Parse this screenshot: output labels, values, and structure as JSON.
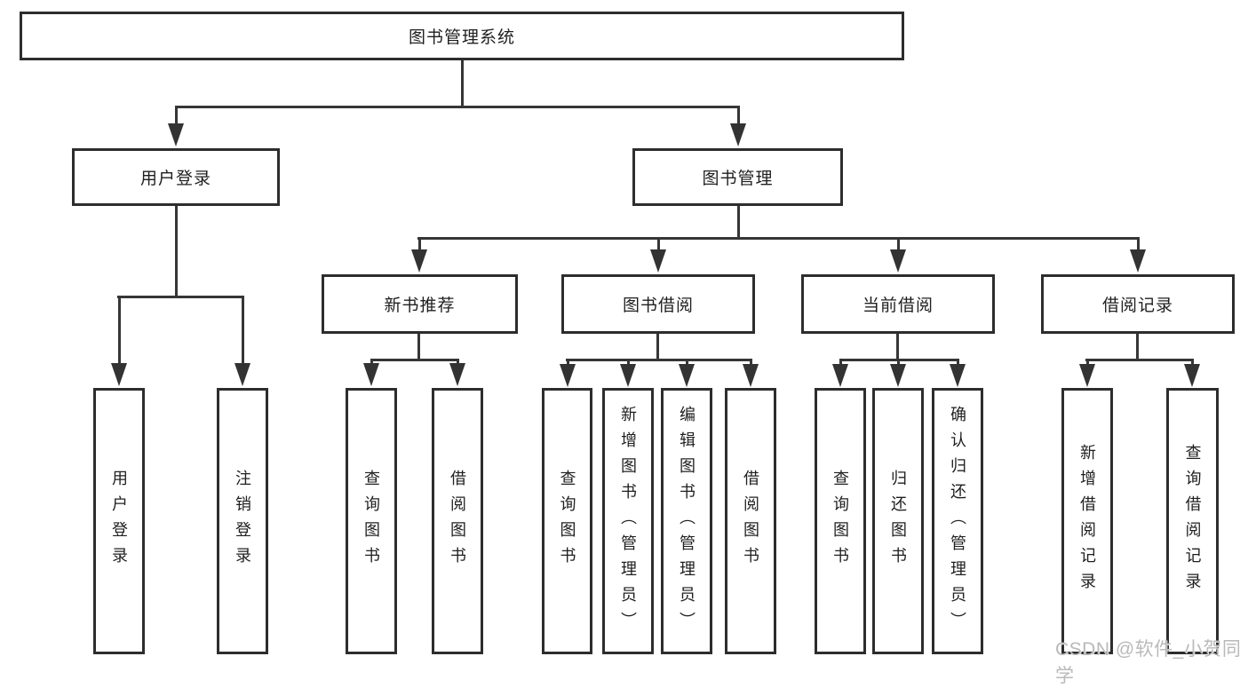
{
  "tree": {
    "root": {
      "label": "图书管理系统"
    },
    "user": {
      "label": "用户登录",
      "children": {
        "login": {
          "label": "用户登录"
        },
        "logout": {
          "label": "注销登录"
        }
      }
    },
    "book": {
      "label": "图书管理",
      "children": {
        "new_books": {
          "label": "新书推荐",
          "children": {
            "query": {
              "label": "查询图书"
            },
            "borrow": {
              "label": "借阅图书"
            }
          }
        },
        "borrowing": {
          "label": "图书借阅",
          "children": {
            "query": {
              "label": "查询图书"
            },
            "add": {
              "label": "新增图书（管理员）"
            },
            "edit": {
              "label": "编辑图书（管理员）"
            },
            "borrow": {
              "label": "借阅图书"
            }
          }
        },
        "current": {
          "label": "当前借阅",
          "children": {
            "query": {
              "label": "查询图书"
            },
            "return": {
              "label": "归还图书"
            },
            "confirm": {
              "label": "确认归还（管理员）"
            }
          }
        },
        "records": {
          "label": "借阅记录",
          "children": {
            "add": {
              "label": "新增借阅记录"
            },
            "query": {
              "label": "查询借阅记录"
            }
          }
        }
      }
    }
  },
  "watermark": "CSDN @软件_小贺同学",
  "colors": {
    "box_border": "#2d2d2d",
    "connector": "#363636",
    "text": "#1f1f1f",
    "background": "#ffffff",
    "watermark": "#b9b9b9"
  }
}
